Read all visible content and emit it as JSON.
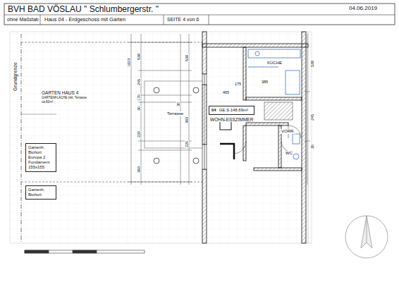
{
  "diagram": {
    "title": "BVH BAD VÖSLAU \" Schlumbergerstr. \"",
    "nodes": [
      {
        "text": [
          "04",
          "GE.S.148,69m²"
        ]
      },
      {
        "text": [
          "Gartenh. Biohort Europa 2 Fundament 155x155"
        ]
      },
      {
        "text": [
          "Gartenh. Biohort"
        ]
      }
    ],
    "edges": [],
    "labels": [
      "04.06.2019",
      "ohne Maßstab",
      "Haus 04 - Erdgeschoss mit Garten",
      "SEITE 4 von 6",
      "Grundgrenze",
      "GARTEN HAUS 4",
      "GARTENFLÄCHE inkl. Terrasse",
      "ca.82m²",
      "Terrasse",
      "WOHN-ESSZIMMER",
      "KÜCHE",
      "VORR.",
      "WC",
      "1823",
      "538",
      "245",
      "170",
      "30",
      "220",
      "383",
      "30",
      "538",
      "220",
      "383",
      "465",
      "385",
      "175",
      "245",
      "30",
      "538"
    ]
  }
}
